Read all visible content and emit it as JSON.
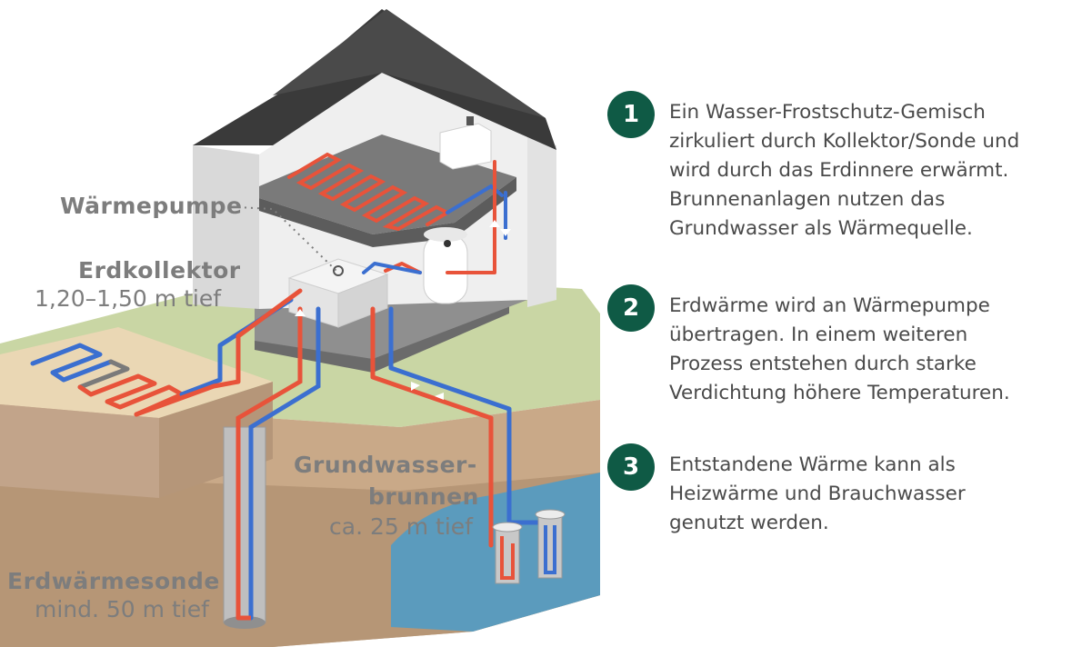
{
  "labels": {
    "heat_pump": "Wärmepumpe",
    "collector_title": "Erdkollektor",
    "collector_depth": "1,20–1,50 m tief",
    "well_title_line1": "Grundwasser-",
    "well_title_line2": "brunnen",
    "well_depth": "ca. 25 m tief",
    "probe_title": "Erdwärmesonde",
    "probe_depth": "mind. 50 m tief"
  },
  "steps": [
    {
      "number": "1",
      "lines": [
        "Ein Wasser-Frostschutz-Gemisch",
        "zirkuliert durch Kollektor/Sonde und",
        "wird durch das Erdinnere erwärmt.",
        "Brunnenanlagen nutzen das",
        "Grundwasser als Wärmequelle."
      ]
    },
    {
      "number": "2",
      "lines": [
        "Erdwärme wird an Wärmepumpe",
        "übertragen. In einem weiteren",
        "Prozess entstehen durch starke",
        "Verdichtung höhere Temperaturen."
      ]
    },
    {
      "number": "3",
      "lines": [
        "Entstandene Wärme kann als",
        "Heizwärme und Brauchwasser",
        "genutzt werden."
      ]
    }
  ],
  "colors": {
    "badge": "#0f5a45",
    "hot_pipe": "#e8533a",
    "cold_pipe": "#3b6fd0",
    "grass": "#c9d6a4",
    "soil": "#c2a98a",
    "water": "#5b9bbd",
    "roof": "#3a3a3a",
    "wall": "#e6e6e6"
  }
}
